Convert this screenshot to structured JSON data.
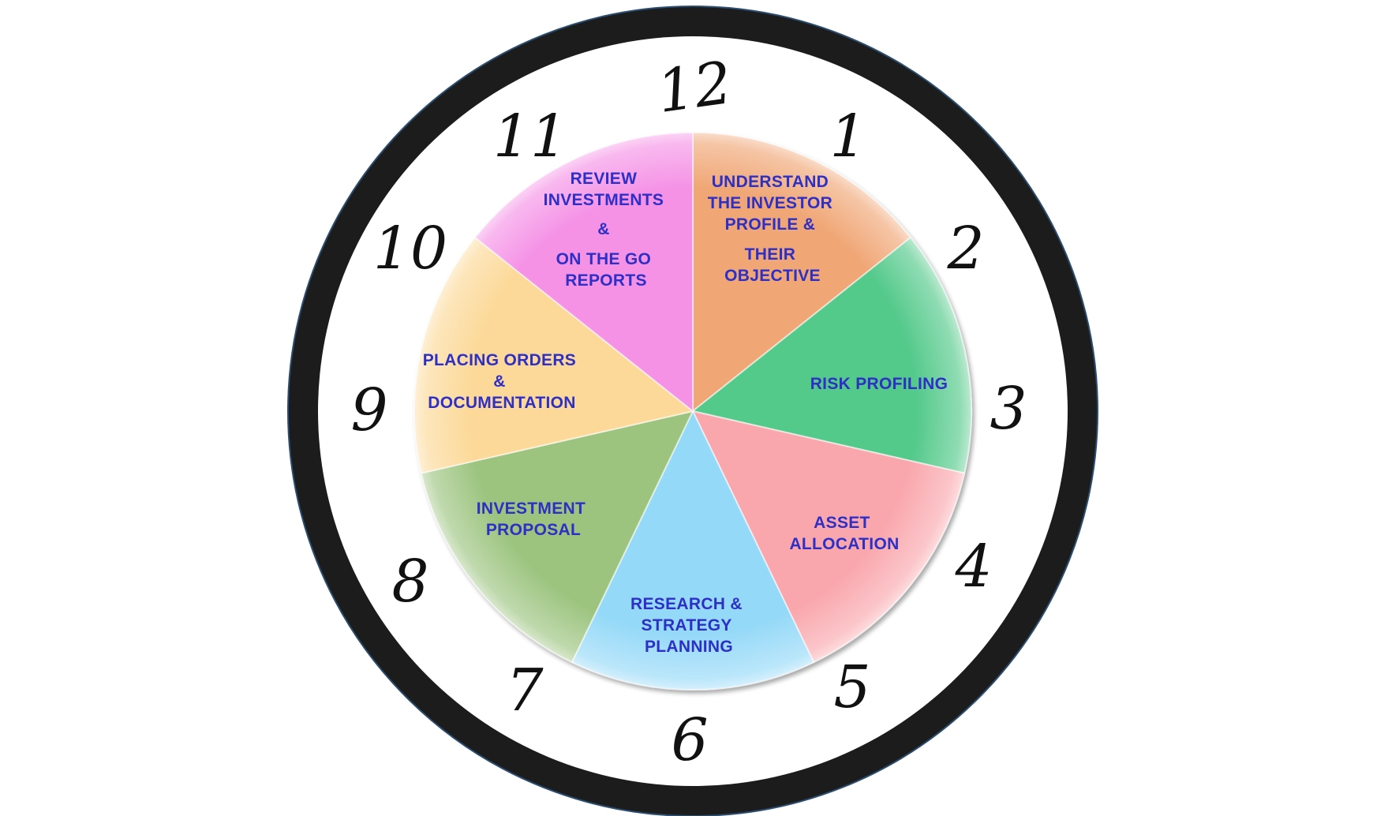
{
  "colors": {
    "bezel": "#1c1c1c",
    "bezel_outline": "#2a4d70",
    "face": "#ffffff",
    "numeral": "#111111",
    "label": "#2d2fc6"
  },
  "clock": {
    "numerals": [
      "12",
      "1",
      "2",
      "3",
      "4",
      "5",
      "6",
      "7",
      "8",
      "9",
      "10",
      "11"
    ]
  },
  "segments": [
    {
      "name": "understand-investor-profile",
      "color": "#f0a675",
      "lines": [
        "UNDERSTAND",
        "THE INVESTOR",
        "PROFILE  &",
        "THEIR",
        "OBJECTIVE"
      ]
    },
    {
      "name": "risk-profiling",
      "color": "#52c98a",
      "lines": [
        "RISK PROFILING"
      ]
    },
    {
      "name": "asset-allocation",
      "color": "#f9a7ad",
      "lines": [
        "ASSET",
        "ALLOCATION"
      ]
    },
    {
      "name": "research-strategy-planning",
      "color": "#95d9f8",
      "lines": [
        "RESEARCH &",
        "STRATEGY",
        "PLANNING"
      ]
    },
    {
      "name": "investment-proposal",
      "color": "#9cc47f",
      "lines": [
        "INVESTMENT",
        "PROPOSAL"
      ]
    },
    {
      "name": "placing-orders-documentation",
      "color": "#fcd998",
      "lines": [
        "PLACING ORDERS",
        "&",
        "DOCUMENTATION"
      ]
    },
    {
      "name": "review-investments",
      "color": "#f592e6",
      "lines": [
        "REVIEW",
        "INVESTMENTS",
        "&",
        "ON THE GO",
        "REPORTS"
      ]
    }
  ]
}
